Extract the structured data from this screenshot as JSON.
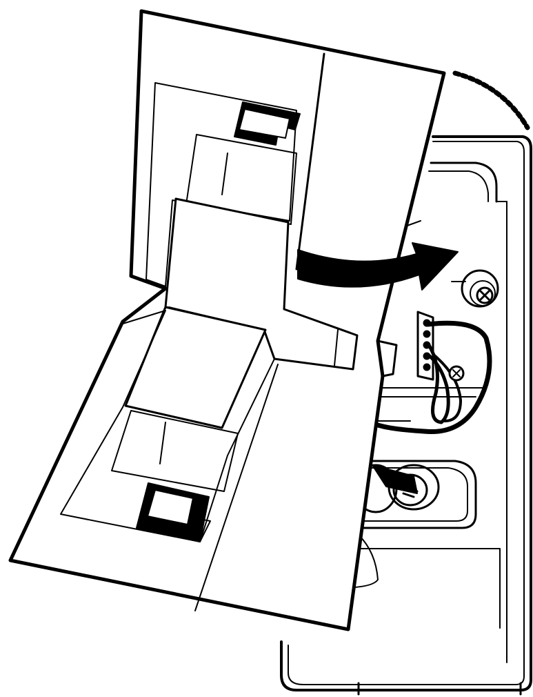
{
  "figure": {
    "kind": "line-art installation illustration",
    "parts": [
      "housing-enclosure",
      "front-cover-panel",
      "rotation-arrow",
      "terminal-block",
      "cover-screw",
      "wire-bundle",
      "cable-gland",
      "hinge-swing-indicator"
    ],
    "colors": {
      "line": "#000000",
      "fill": "#ffffff"
    },
    "icons": [
      "screw-icon",
      "curved-arrow-icon"
    ]
  }
}
